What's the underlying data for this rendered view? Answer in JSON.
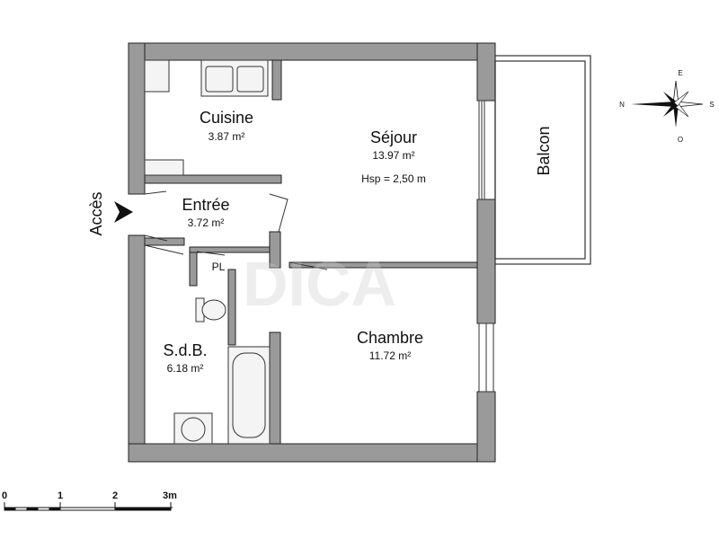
{
  "rooms": {
    "cuisine": {
      "name": "Cuisine",
      "area": "3.87 m²"
    },
    "sejour": {
      "name": "Séjour",
      "area": "13.97 m²",
      "height": "Hsp =  2,50 m"
    },
    "entree": {
      "name": "Entrée",
      "area": "3.72 m²"
    },
    "wc": {
      "name": "PL"
    },
    "sdb": {
      "name": "S.d.B.",
      "area": "6.18 m²"
    },
    "chambre": {
      "name": "Chambre",
      "area": "11.72 m²"
    },
    "balcon": {
      "name": "Balcon"
    }
  },
  "access": {
    "label": "Accès"
  },
  "compass": {
    "n": "N",
    "e": "E",
    "s": "S",
    "o": "O"
  },
  "scale": {
    "ticks": [
      "0",
      "1",
      "2",
      "3m"
    ]
  },
  "colors": {
    "wall": "#9a9a9a",
    "outline": "#222222",
    "fixture": "#f2f2f2"
  }
}
